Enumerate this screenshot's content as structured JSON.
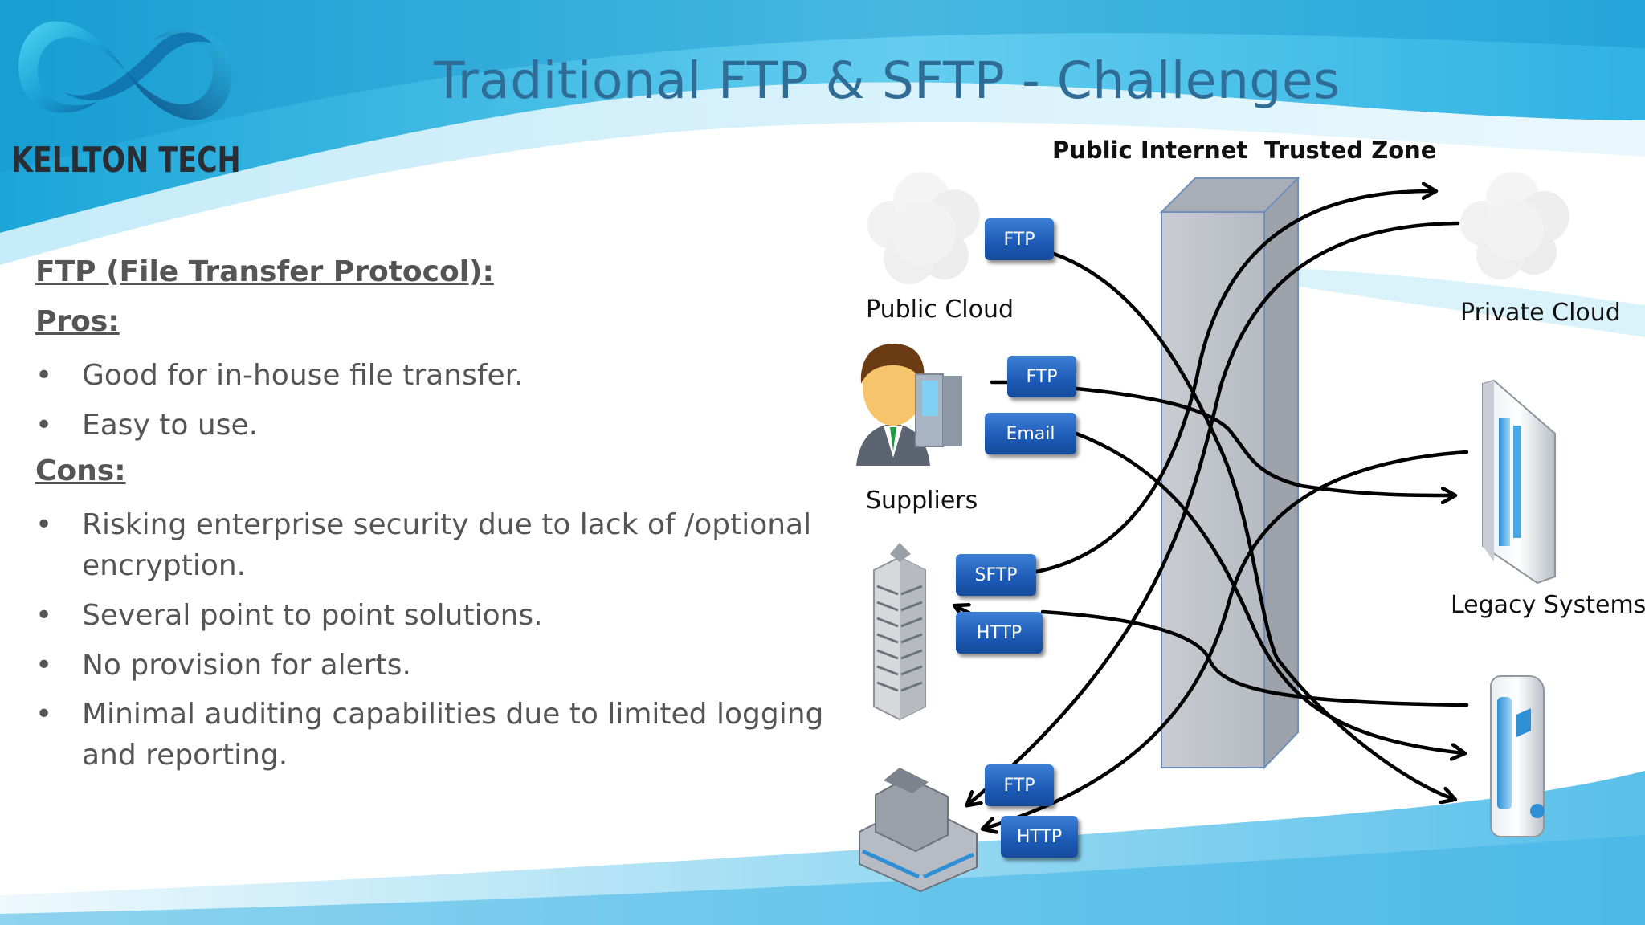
{
  "slide": {
    "title": "Traditional FTP & SFTP - Challenges",
    "logo_text": "KELLTON TECH",
    "colors": {
      "title": "#2f6c96",
      "protocol_button": "#1c5ab5",
      "text": "#555555"
    }
  },
  "left": {
    "heading": "FTP (File Transfer Protocol):",
    "pros_heading": "Pros:",
    "pros": [
      "Good  for in-house  file transfer.",
      "Easy to use."
    ],
    "cons_heading": "Cons:",
    "cons": [
      [
        "Risking enterprise security  due to lack of /optional",
        "encryption."
      ],
      [
        "Several point to point solutions."
      ],
      [
        "No provision for alerts."
      ],
      [
        "Minimal auditing capabilities due to limited logging",
        "and reporting."
      ]
    ],
    "bullet": "•"
  },
  "diagram": {
    "zones": {
      "public": "Public Internet",
      "trusted": "Trusted Zone"
    },
    "nodes": {
      "public_cloud": "Public Cloud",
      "suppliers": "Suppliers",
      "private_cloud": "Private Cloud",
      "legacy_systems": "Legacy Systems"
    },
    "protocols": {
      "ftp_cloud": "FTP",
      "ftp_supplier": "FTP",
      "email_supplier": "Email",
      "sftp_tower": "SFTP",
      "http_tower": "HTTP",
      "ftp_building": "FTP",
      "http_building": "HTTP"
    },
    "icons": [
      "cloud-icon",
      "supplier-person-icon",
      "computer-icon",
      "tower-building-icon",
      "office-building-icon",
      "server-icon",
      "firewall-icon"
    ]
  }
}
